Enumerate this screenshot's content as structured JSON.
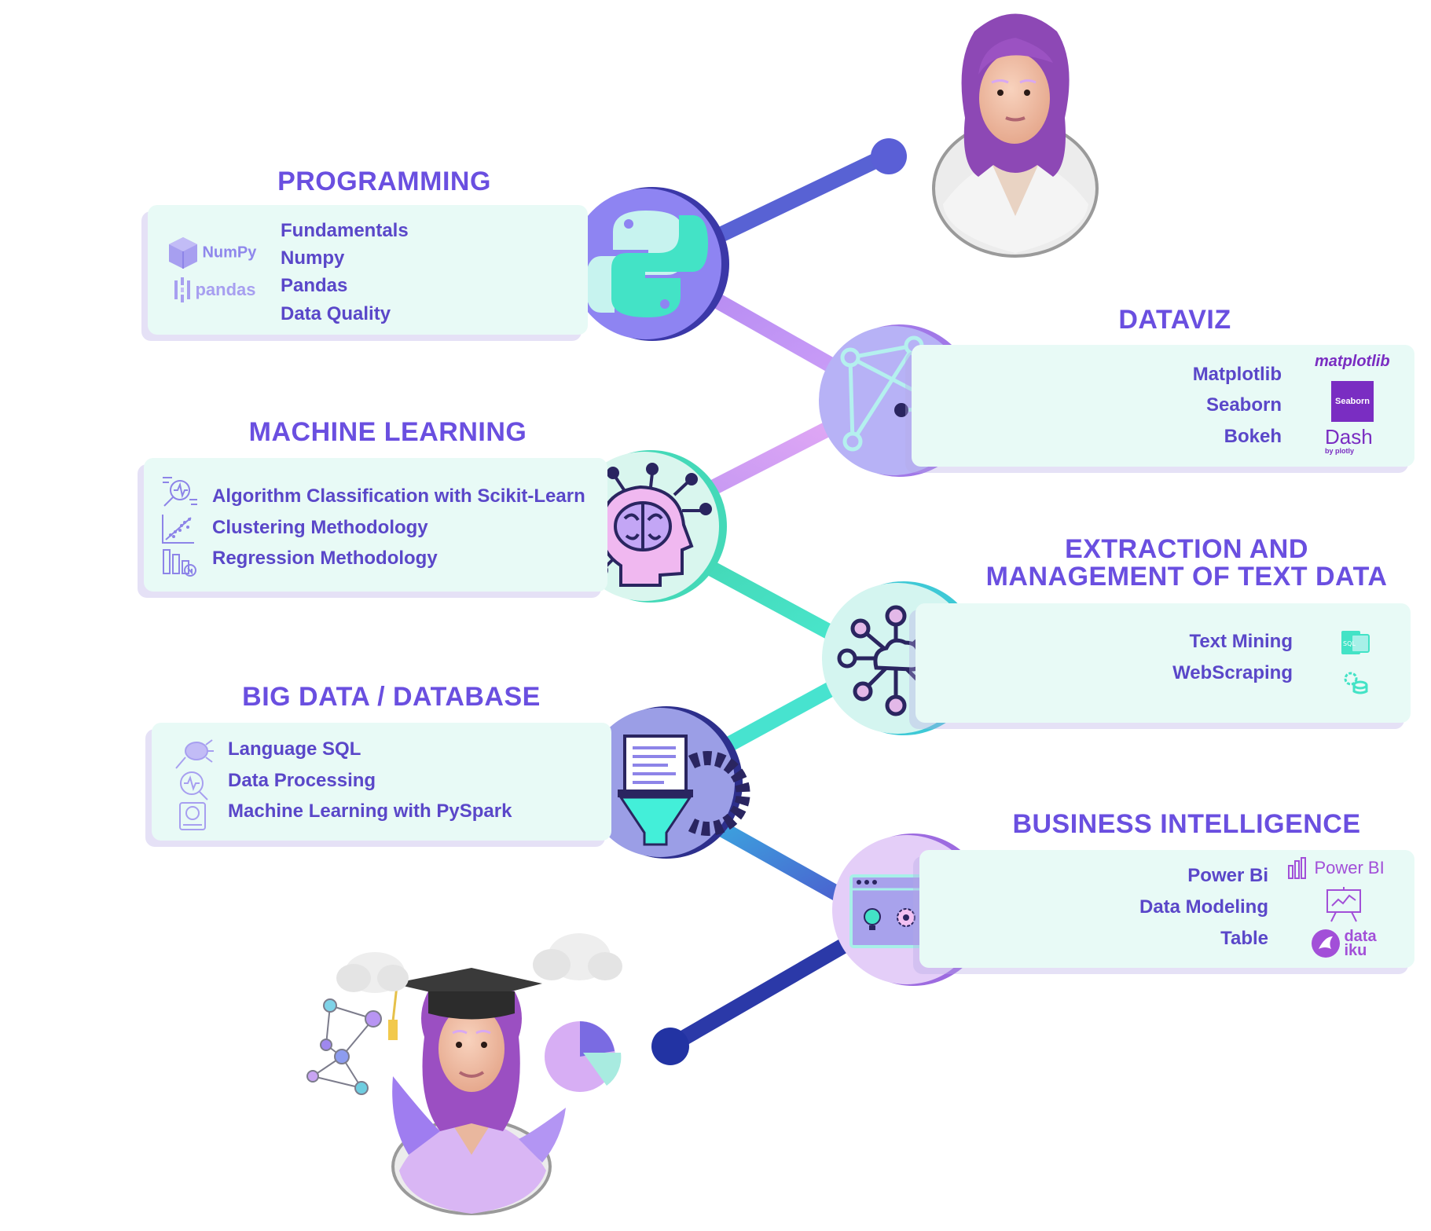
{
  "sections": {
    "programming": {
      "title": "PROGRAMMING",
      "items": [
        "Fundamentals",
        "Numpy",
        "Pandas",
        "Data Quality"
      ],
      "logos": [
        "NumPy",
        "pandas"
      ],
      "icon": "python-icon"
    },
    "dataviz": {
      "title": "DATAVIZ",
      "items": [
        "Matplotlib",
        "Seaborn",
        "Bokeh"
      ],
      "logos": [
        "matplotlib",
        "Seaborn",
        "Dash",
        "by plotly"
      ],
      "icon": "network-graph-icon"
    },
    "machine_learning": {
      "title": "MACHINE LEARNING",
      "items": [
        "Algorithm Classification with Scikit-Learn",
        "Clustering Methodology",
        "Regression Methodology"
      ],
      "icon": "ai-brain-icon"
    },
    "text_data": {
      "title_line1": "EXTRACTION AND",
      "title_line2": "MANAGEMENT OF TEXT DATA",
      "items": [
        "Text Mining",
        "WebScraping"
      ],
      "icon": "cloud-network-icon"
    },
    "big_data": {
      "title": "BIG DATA / DATABASE",
      "items": [
        "Language SQL",
        "Data Processing",
        "Machine Learning with PySpark"
      ],
      "icon": "data-funnel-icon"
    },
    "business_intelligence": {
      "title": "BUSINESS INTELLIGENCE",
      "items": [
        "Power Bi",
        "Data Modeling",
        "Table"
      ],
      "logos": [
        "Power BI",
        "data",
        "iku"
      ],
      "icon": "dashboard-icon"
    }
  },
  "colors": {
    "heading": "#6a4fe0",
    "text": "#5a47c9",
    "panel": "#e8faf6",
    "path_start": "#5a5fd6",
    "path_mid": "#c79af5",
    "path_teal": "#47e3c4",
    "path_end": "#2b39a8"
  }
}
